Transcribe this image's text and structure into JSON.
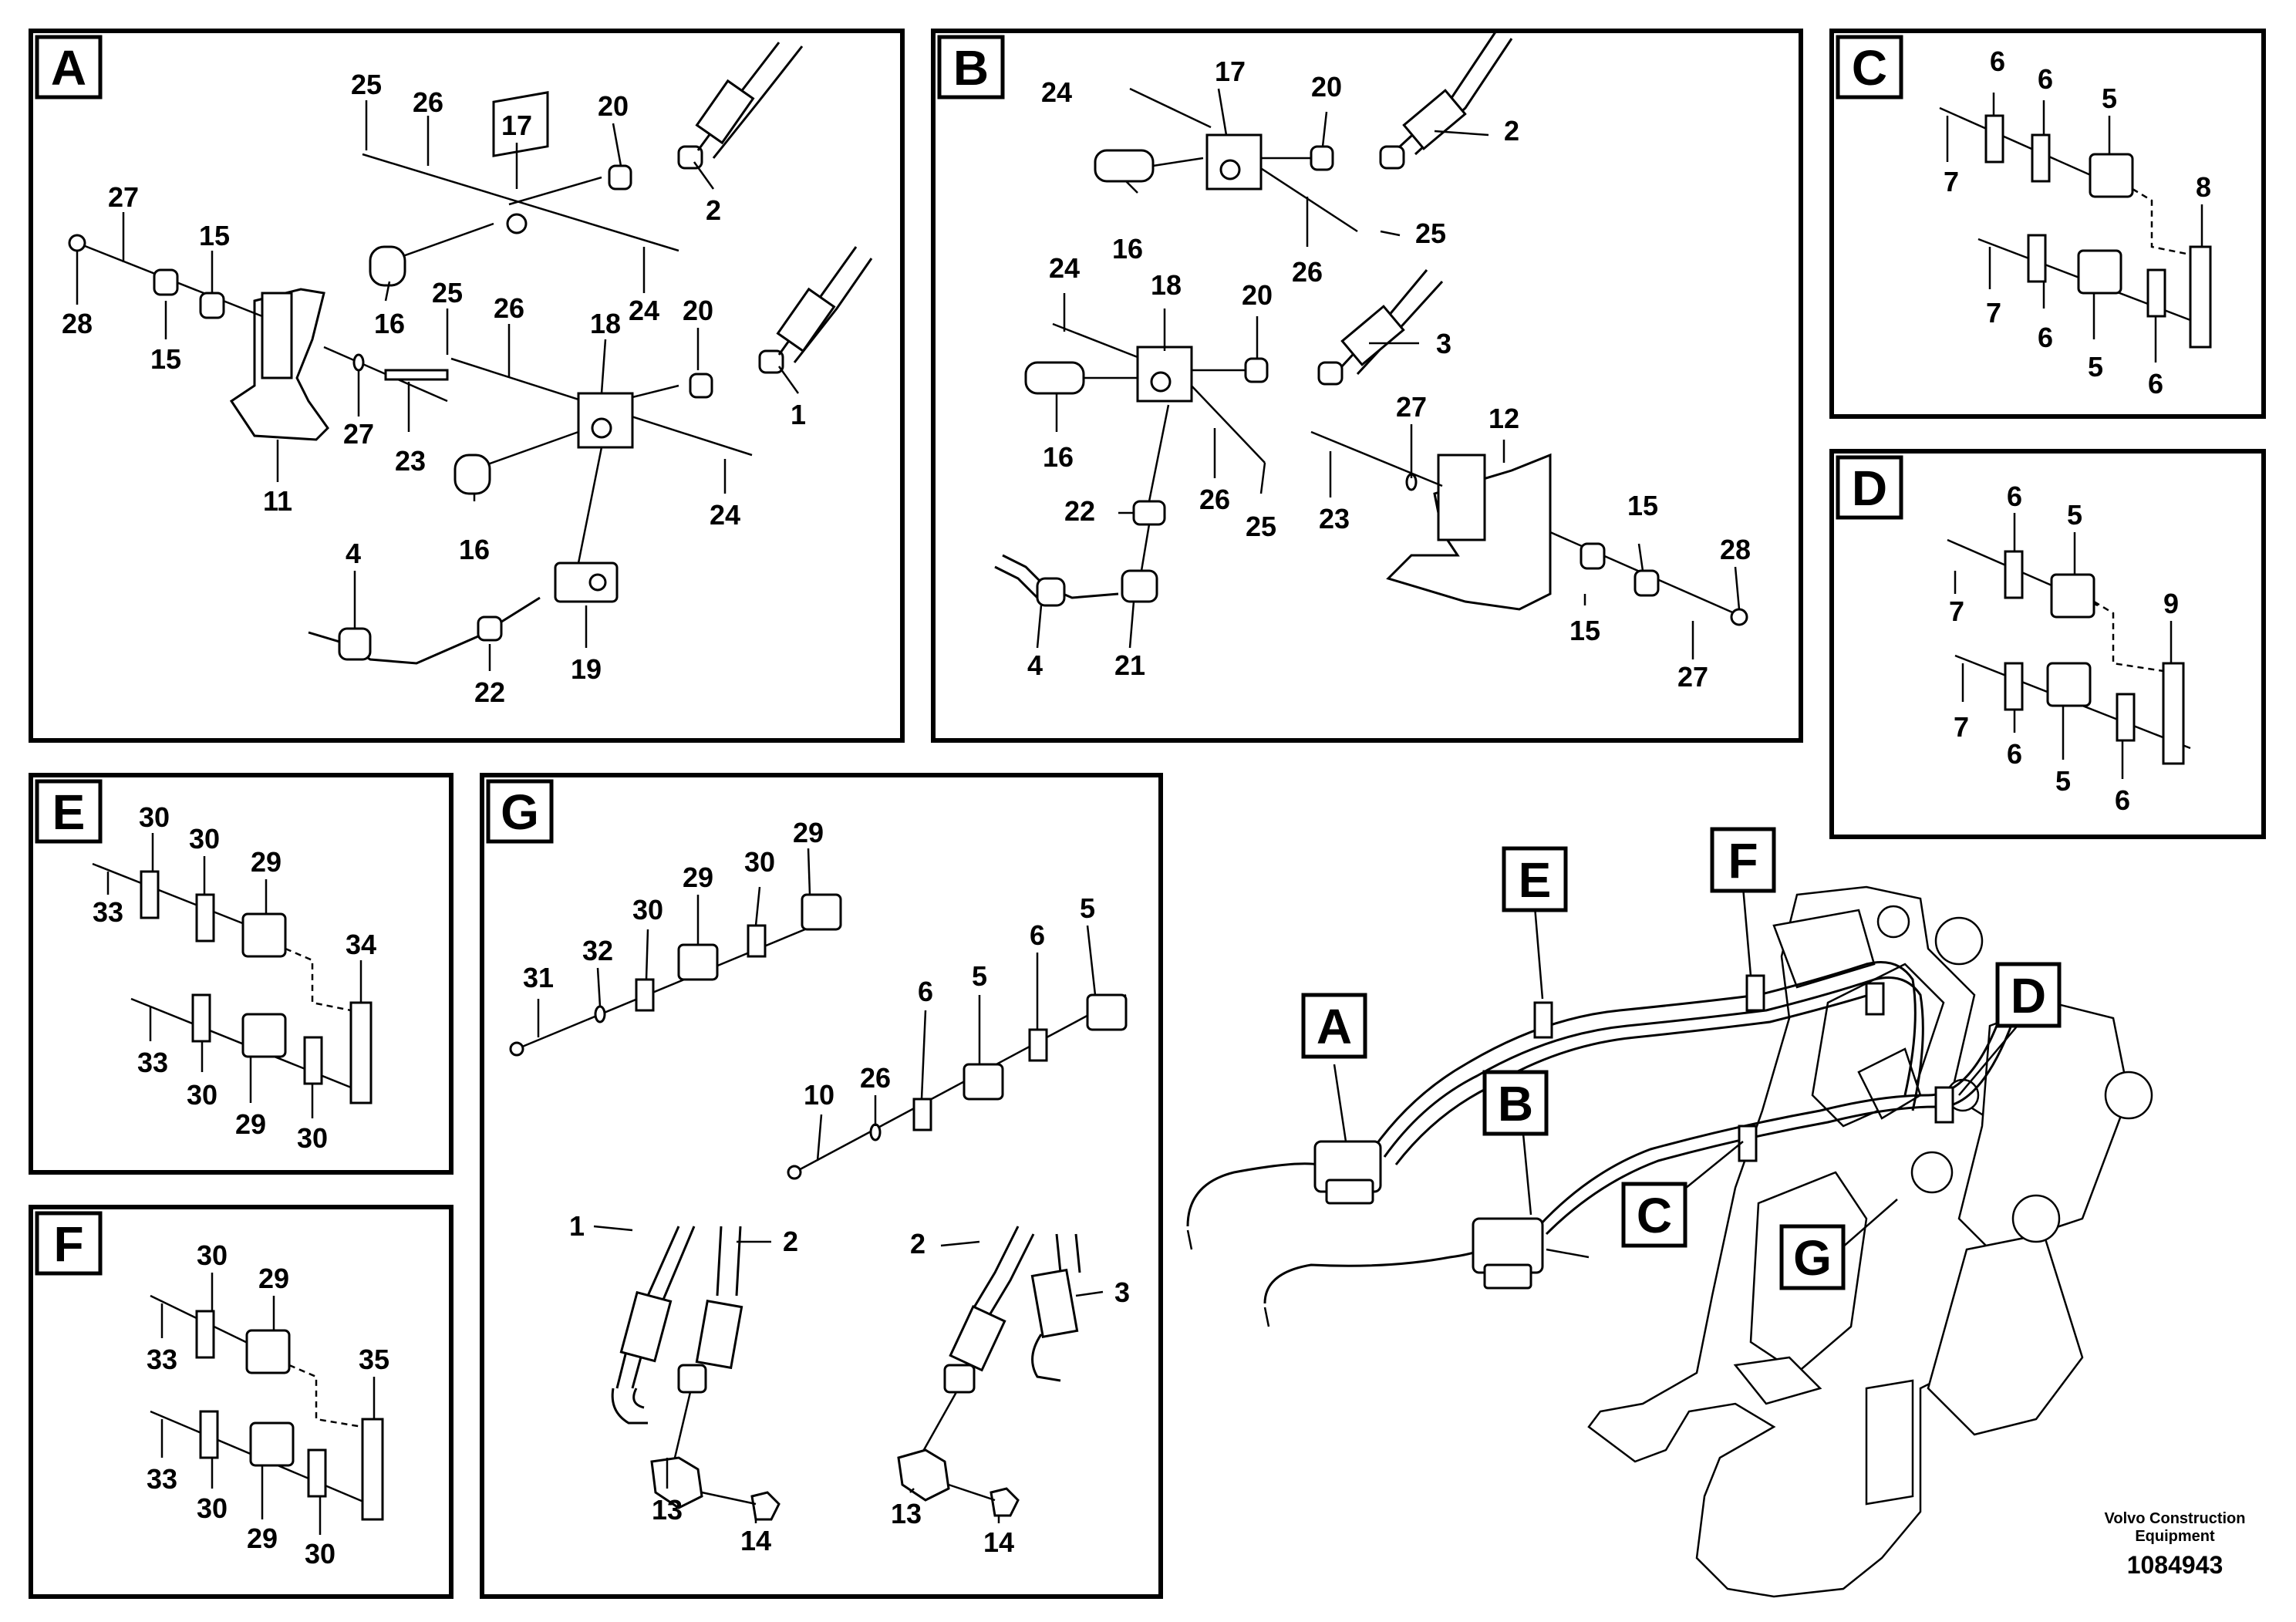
{
  "panels": {
    "A": {
      "tag": "A",
      "labels": [
        "25",
        "26",
        "17",
        "20",
        "2",
        "27",
        "15",
        "28",
        "15",
        "16",
        "24",
        "25",
        "26",
        "18",
        "20",
        "1",
        "11",
        "27",
        "23",
        "16",
        "24",
        "4",
        "22",
        "19"
      ]
    },
    "B": {
      "tag": "B",
      "labels": [
        "24",
        "17",
        "20",
        "2",
        "16",
        "26",
        "25",
        "24",
        "18",
        "20",
        "3",
        "16",
        "27",
        "12",
        "22",
        "26",
        "25",
        "23",
        "15",
        "28",
        "4",
        "21",
        "15",
        "27"
      ]
    },
    "C": {
      "tag": "C",
      "labels": [
        "6",
        "6",
        "5",
        "7",
        "8",
        "7",
        "6",
        "5",
        "6"
      ]
    },
    "D": {
      "tag": "D",
      "labels": [
        "6",
        "5",
        "7",
        "9",
        "7",
        "6",
        "5",
        "6"
      ]
    },
    "E": {
      "tag": "E",
      "labels": [
        "30",
        "30",
        "29",
        "33",
        "34",
        "33",
        "30",
        "29",
        "30"
      ]
    },
    "F": {
      "tag": "F",
      "labels": [
        "30",
        "29",
        "33",
        "35",
        "33",
        "30",
        "29",
        "30"
      ]
    },
    "G": {
      "tag": "G",
      "labels": [
        "29",
        "29",
        "30",
        "30",
        "31",
        "32",
        "5",
        "6",
        "5",
        "6",
        "10",
        "26",
        "1",
        "2",
        "2",
        "3",
        "13",
        "14",
        "13",
        "14"
      ]
    }
  },
  "overview": {
    "tags": [
      "A",
      "B",
      "C",
      "D",
      "E",
      "F",
      "G"
    ]
  },
  "footer": {
    "company_line1": "Volvo Construction",
    "company_line2": "Equipment",
    "doc_number": "1084943"
  }
}
